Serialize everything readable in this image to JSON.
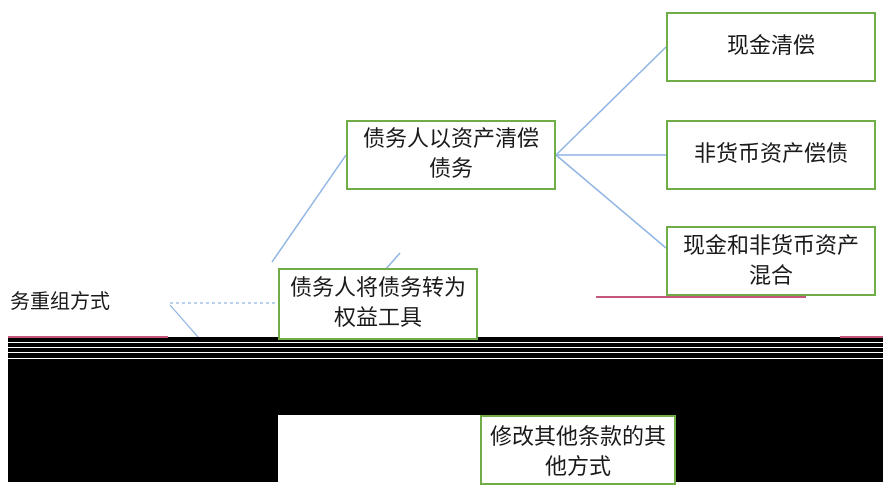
{
  "diagram": {
    "root": {
      "label": "务重组方式"
    },
    "branches": [
      {
        "label": "债务人以资产清偿债务",
        "children": [
          {
            "label": "现金清偿"
          },
          {
            "label": "非货币资产偿债"
          },
          {
            "label": "现金和非货币资产混合"
          }
        ]
      },
      {
        "label": "债务人将债务转为权益工具"
      },
      {
        "label": "修改其他条款的其他方式"
      }
    ]
  },
  "colors": {
    "node_border": "#70ad47",
    "connector": "#8fb4e3",
    "background": "#ffffff",
    "glitch": "#000000",
    "accent_line": "#c4587a"
  }
}
